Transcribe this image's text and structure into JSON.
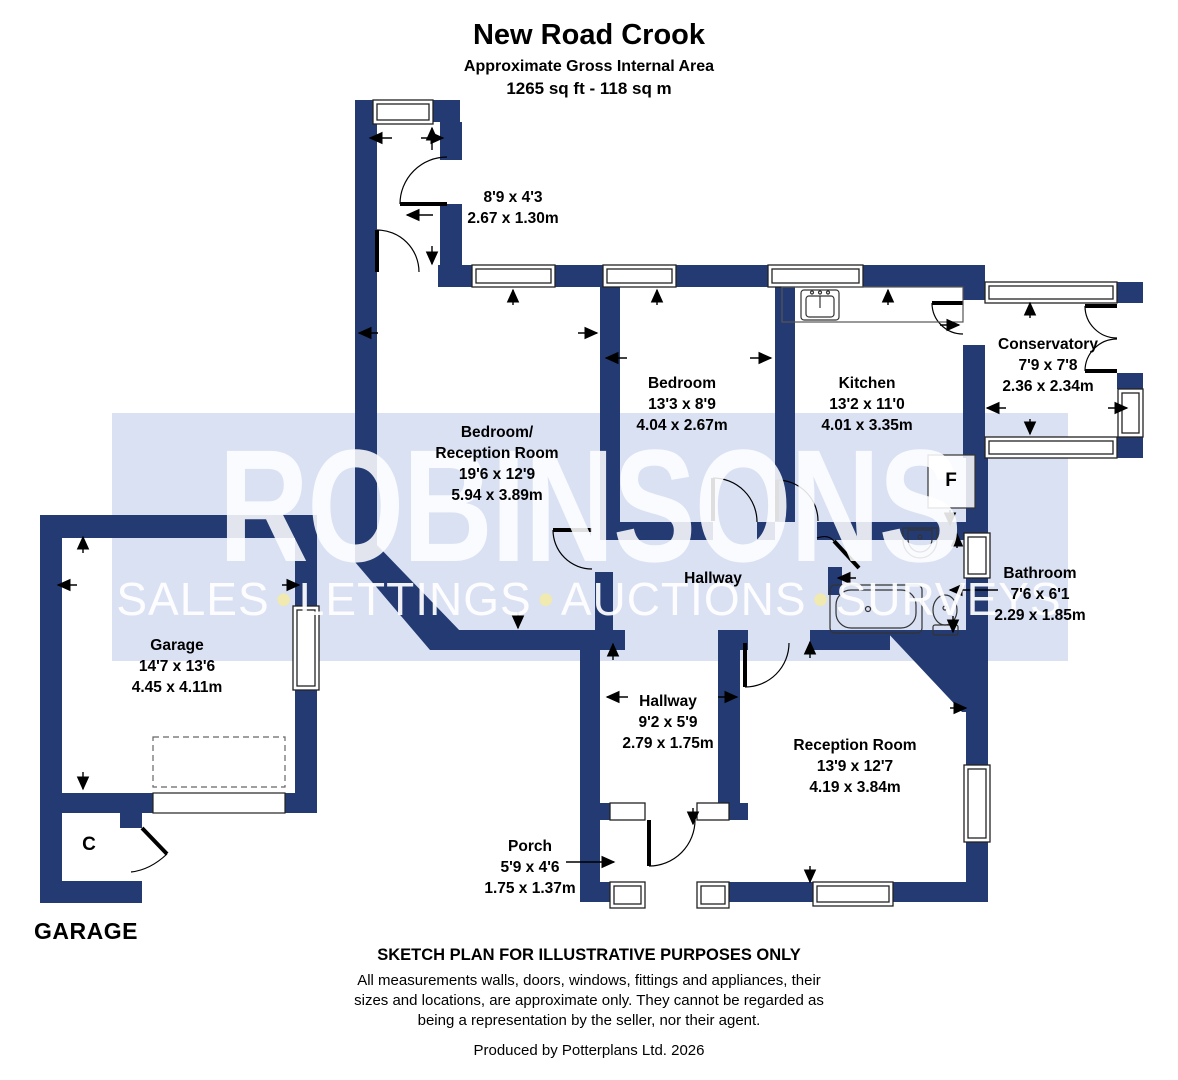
{
  "title": {
    "property": "New Road Crook",
    "subtitle": "Approximate Gross Internal Area",
    "area": "1265 sq ft - 118 sq m"
  },
  "watermark": {
    "brand": "ROBINSONS",
    "s1": "SALES",
    "s2": "LETTINGS",
    "s3": "AUCTIONS",
    "s4": "SURVEYS",
    "bullet": "•"
  },
  "rooms": {
    "store": {
      "dims_ft": "8'9 x 4'3",
      "dims_m": "2.67 x 1.30m"
    },
    "bedroom_reception": {
      "name1": "Bedroom/",
      "name2": "Reception Room",
      "dims_ft": "19'6 x 12'9",
      "dims_m": "5.94 x 3.89m"
    },
    "bedroom": {
      "name": "Bedroom",
      "dims_ft": "13'3 x 8'9",
      "dims_m": "4.04 x 2.67m"
    },
    "kitchen": {
      "name": "Kitchen",
      "dims_ft": "13'2 x 11'0",
      "dims_m": "4.01 x 3.35m"
    },
    "conservatory": {
      "name": "Conservatory",
      "dims_ft": "7'9 x 7'8",
      "dims_m": "2.36 x 2.34m"
    },
    "bathroom": {
      "name": "Bathroom",
      "dims_ft": "7'6 x 6'1",
      "dims_m": "2.29 x 1.85m"
    },
    "hallway_upper": {
      "name": "Hallway"
    },
    "hallway_lower": {
      "name": "Hallway",
      "dims_ft": "9'2 x 5'9",
      "dims_m": "2.79 x 1.75m"
    },
    "reception": {
      "name": "Reception Room",
      "dims_ft": "13'9 x 12'7",
      "dims_m": "4.19 x 3.84m"
    },
    "porch": {
      "name": "Porch",
      "dims_ft": "5'9 x 4'6",
      "dims_m": "1.75 x 1.37m"
    },
    "garage": {
      "name": "Garage",
      "dims_ft": "14'7 x 13'6",
      "dims_m": "4.45 x 4.11m"
    }
  },
  "annotations": {
    "garage_heading": "GARAGE",
    "fridge_freezer": "F",
    "cupboard": "C"
  },
  "footer": {
    "heading": "SKETCH PLAN FOR ILLUSTRATIVE PURPOSES ONLY",
    "disclaimer_line1": "All measurements walls, doors, windows, fittings and appliances, their",
    "disclaimer_line2": "sizes and locations, are approximate only. They cannot be regarded as",
    "disclaimer_line3": "being a representation by the seller, nor their agent.",
    "produced": "Produced by Potterplans Ltd. 2026"
  },
  "colors": {
    "wall": "#233a73",
    "band": "#dae1f3",
    "bullet_accent": "#f0e9b0"
  }
}
